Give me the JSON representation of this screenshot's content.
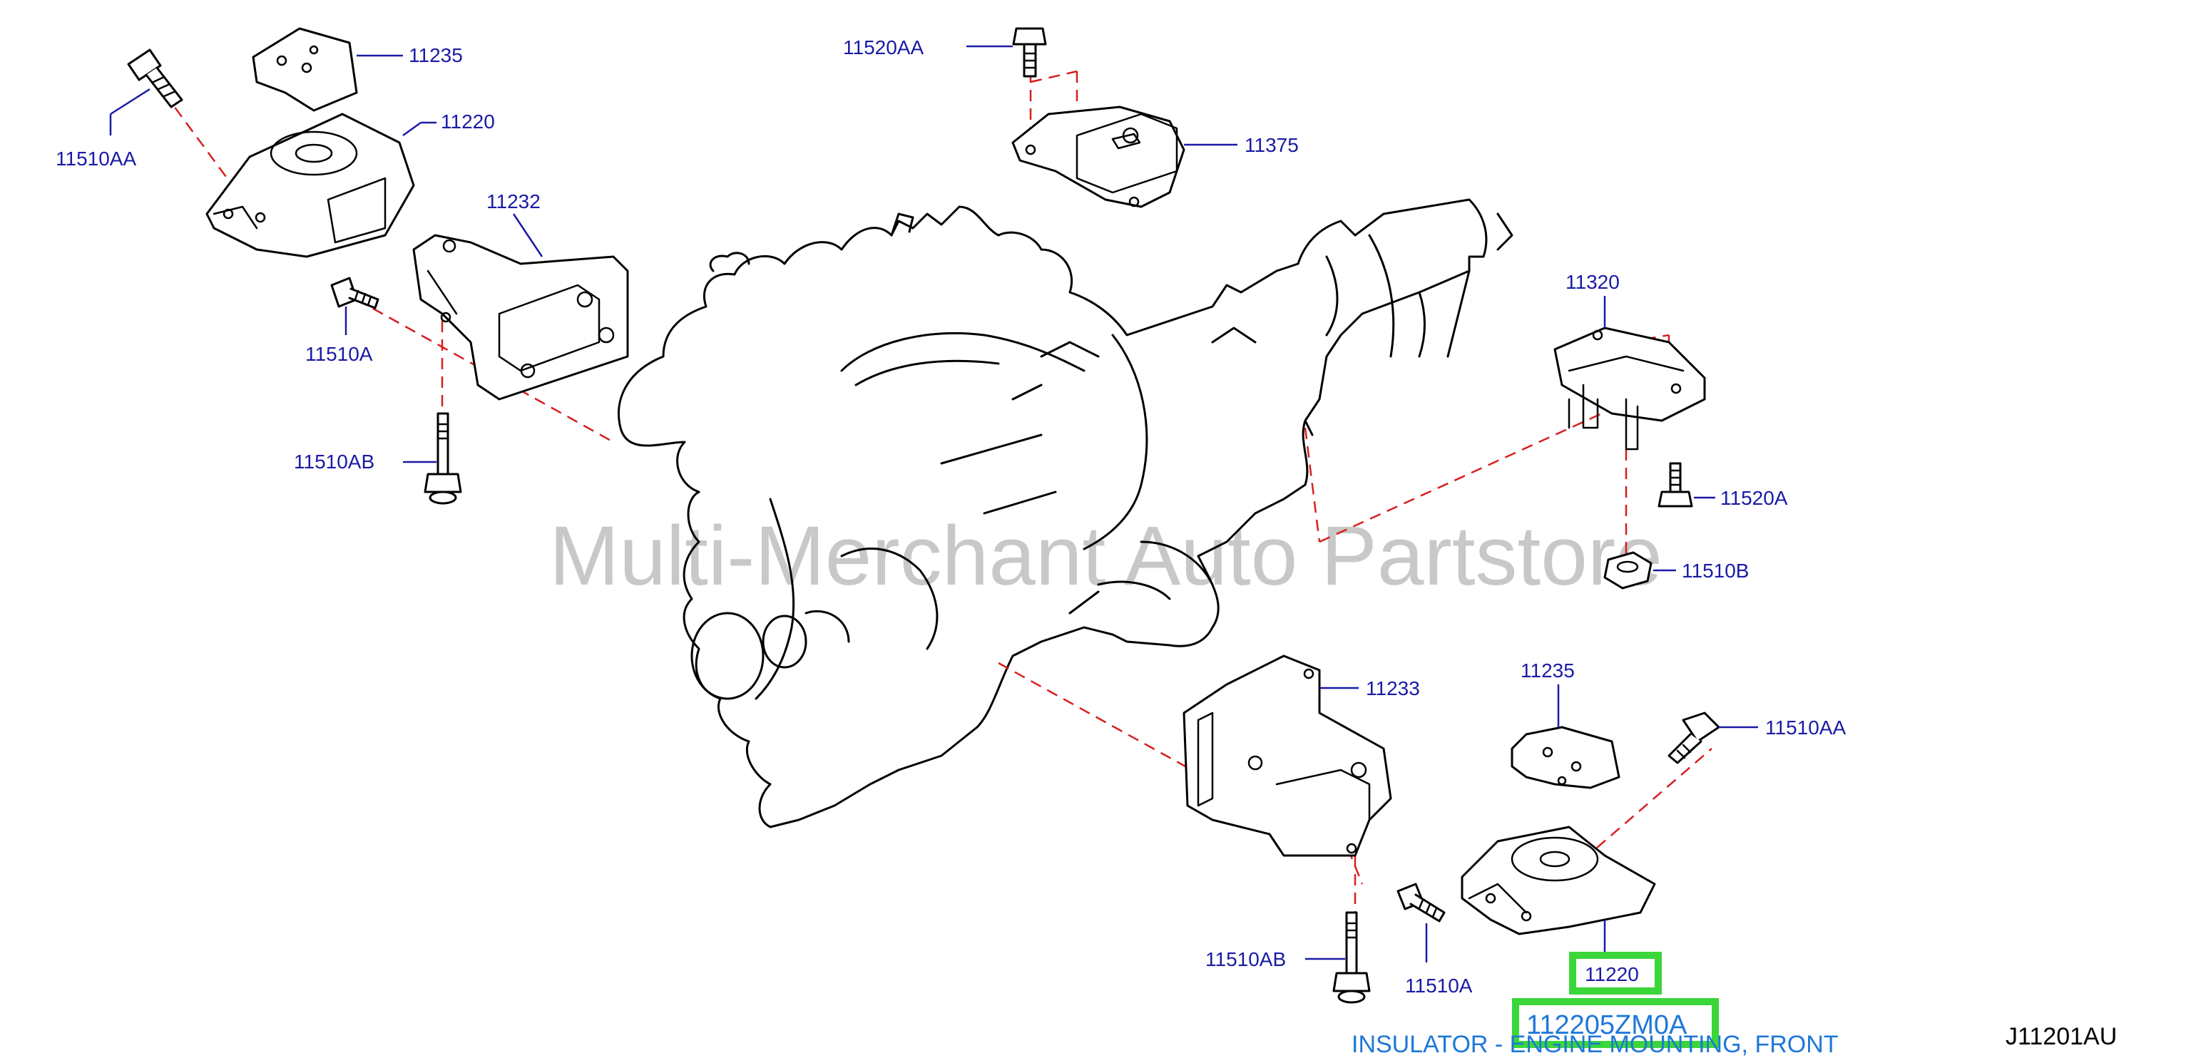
{
  "watermark": "Multi-Merchant Auto Partstore",
  "callouts": {
    "c11235_top": "11235",
    "c11220_top": "11220",
    "c11510AA_top": "11510AA",
    "c11232": "11232",
    "c11510A_top": "11510A",
    "c11510AB_top": "11510AB",
    "c11520AA": "11520AA",
    "c11375": "11375",
    "c11320": "11320",
    "c11520A": "11520A",
    "c11510B": "11510B",
    "c11233": "11233",
    "c11235_bottom": "11235",
    "c11510AA_bottom": "11510AA",
    "c11510AB_bottom": "11510AB",
    "c11510A_bottom": "11510A"
  },
  "highlight": {
    "ref_number": "11220",
    "part_number": "112205ZM0A",
    "highlight_color": "#3ad63a"
  },
  "description": "INSULATOR - ENGINE MOUNTING, FRONT",
  "figure_code": "J11201AU",
  "colors": {
    "callout_text": "#1a1aa6",
    "link_text": "#1e78d8",
    "dashed_line": "#d61f1f"
  }
}
